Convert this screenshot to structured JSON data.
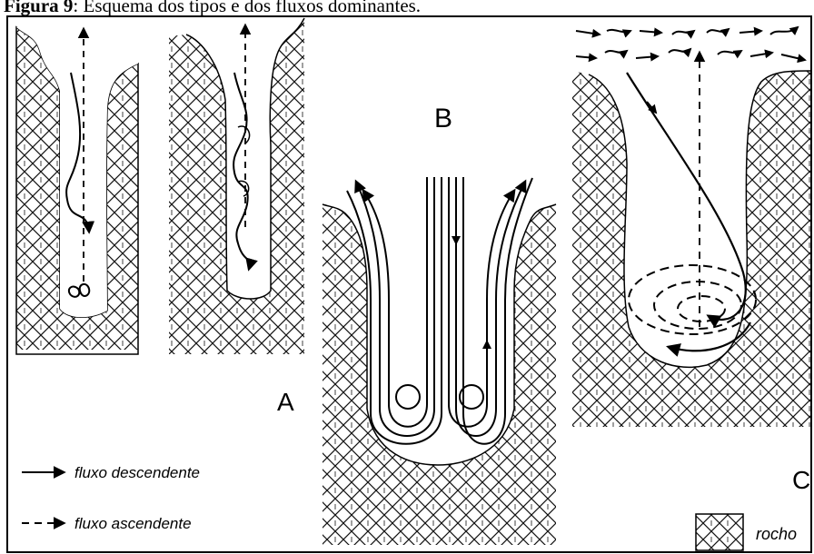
{
  "caption": {
    "figure_label": "Figura 9",
    "text": ": Esquema dos tipos e dos fluxos dominantes."
  },
  "panels": {
    "a_label": "A",
    "b_label": "B",
    "c_label": "C"
  },
  "legend": {
    "descending": "fluxo descendente",
    "ascending": "fluxo ascendente",
    "rock": "rocho"
  }
}
